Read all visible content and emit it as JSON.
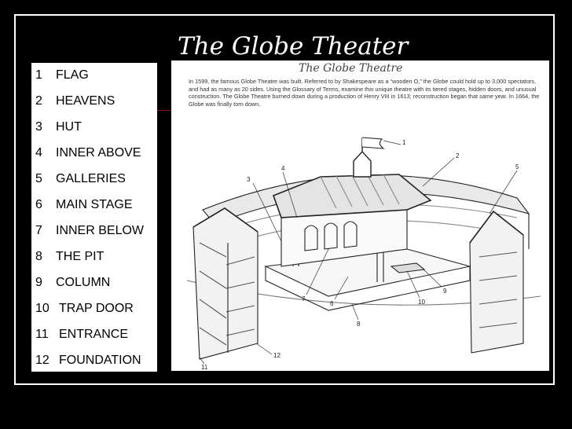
{
  "slide": {
    "title": "The Globe Theater"
  },
  "legend": {
    "items": [
      {
        "num": "1",
        "label": "FLAG"
      },
      {
        "num": "2",
        "label": "HEAVENS"
      },
      {
        "num": "3",
        "label": "HUT"
      },
      {
        "num": "4",
        "label": "INNER ABOVE"
      },
      {
        "num": "5",
        "label": "GALLERIES"
      },
      {
        "num": "6",
        "label": "MAIN STAGE"
      },
      {
        "num": "7",
        "label": "INNER BELOW"
      },
      {
        "num": "8",
        "label": "THE PIT"
      },
      {
        "num": "9",
        "label": "COLUMN"
      },
      {
        "num": "10",
        "label": "TRAP DOOR"
      },
      {
        "num": "11",
        "label": "ENTRANCE"
      },
      {
        "num": "12",
        "label": "FOUNDATION"
      }
    ]
  },
  "figure": {
    "title": "The Globe Theatre",
    "description": "In 1599, the famous Globe Theatre was built. Referred to by Shakespeare as a “wooden O,” the Globe could hold up to 3,000 spectators, and had as many as 20 sides. Using the Glossary of Terms, examine this unique theatre with its tiered stages, hidden doors, and unusual construction. The Globe Theatre burned down during a production of Henry VIII in 1613; reconstruction began that same year. In 1664, the Globe was finally torn down.",
    "callouts": [
      "1",
      "2",
      "3",
      "4",
      "5",
      "6",
      "7",
      "8",
      "9",
      "10",
      "11",
      "12"
    ]
  }
}
